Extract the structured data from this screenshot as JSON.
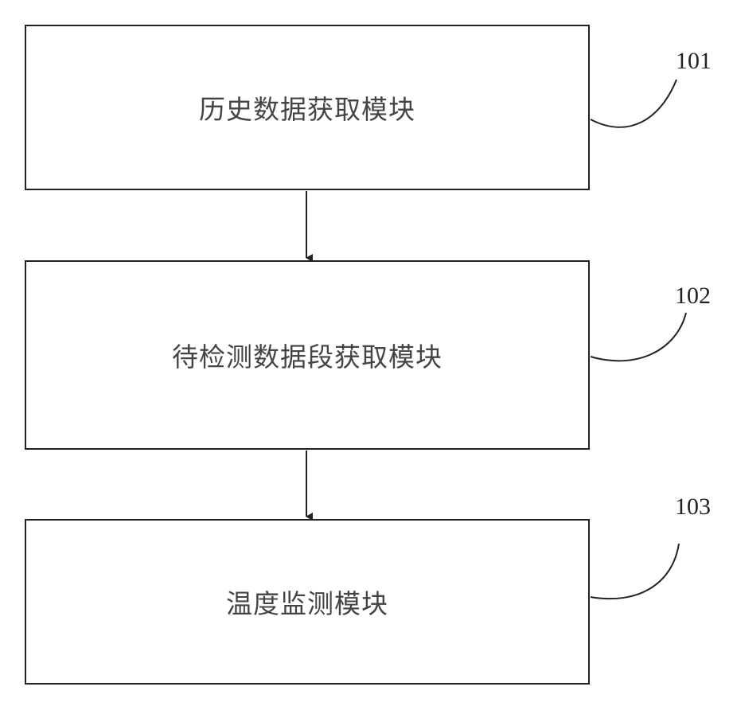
{
  "modules": [
    {
      "label": "历史数据获取模块",
      "ref": "101"
    },
    {
      "label": "待检测数据段获取模块",
      "ref": "102"
    },
    {
      "label": "温度监测模块",
      "ref": "103"
    }
  ]
}
